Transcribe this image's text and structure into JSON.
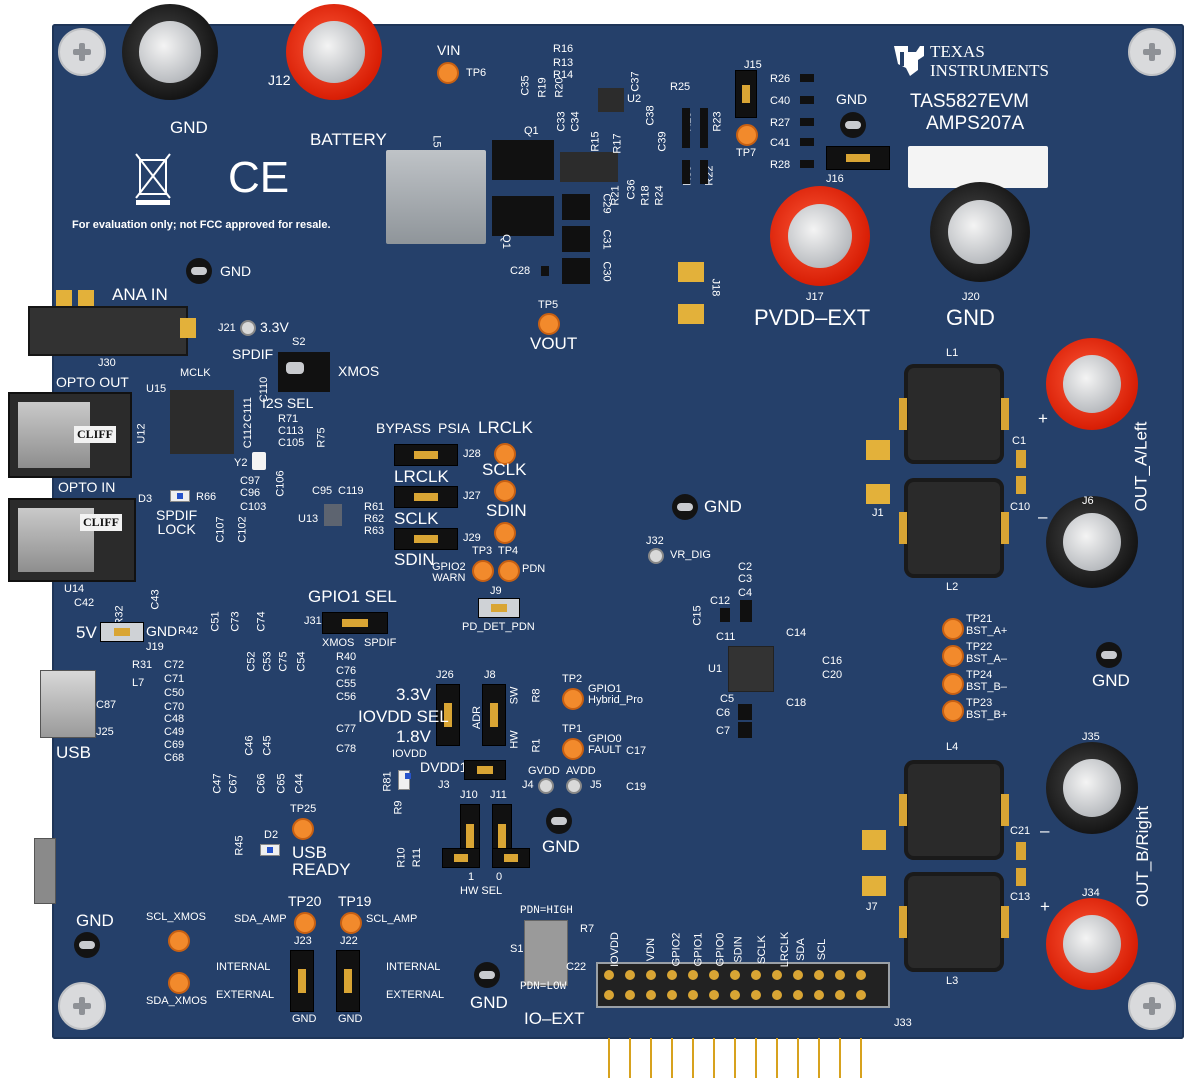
{
  "board": {
    "brand_line1": "Texas",
    "brand_line2": "Instruments",
    "model": "TAS5827EVM",
    "revision": "AMPS207A",
    "fcc_note": "For evaluation only; not FCC approved for resale.",
    "ce_mark": "CE",
    "cliff_brand": "CLIFF",
    "colors": {
      "pcb": "#25406a",
      "silkscreen": "#ffffff",
      "test_point": "#f28a2c",
      "red_post": "#d81e05",
      "gold": "#d9a534"
    }
  },
  "labels": {
    "gnd": "GND",
    "battery": "BATTERY",
    "j12": "J12",
    "vin": "VIN",
    "tp6": "TP6",
    "l5": "L5",
    "q1": "Q1",
    "u2": "U2",
    "r16": "R16",
    "r13": "R13",
    "r14": "R14",
    "r20": "R20",
    "r19": "R19",
    "c35": "C35",
    "c37": "C37",
    "c33": "C33",
    "c34": "C34",
    "c38": "C38",
    "c39": "C39",
    "r15": "R15",
    "r17": "R17",
    "c36": "C36",
    "r18": "R18",
    "r24": "R24",
    "c29": "C29",
    "r21": "R21",
    "c31": "C31",
    "c30": "C30",
    "c28": "C28",
    "q1_alt": "Q1",
    "r25": "R25",
    "r29": "R29",
    "r23": "R23",
    "r30": "R30",
    "r22": "R22",
    "j15": "J15",
    "tp7": "TP7",
    "r26": "R26",
    "c40": "C40",
    "r27": "R27",
    "c41": "C41",
    "r28": "R28",
    "j16": "J16",
    "j17": "J17",
    "j18": "J18",
    "j20": "J20",
    "pvdd_ext": "PVDD–EXT",
    "tp5": "TP5",
    "vout": "VOUT",
    "ana_in": "ANA IN",
    "j30": "J30",
    "j21": "J21",
    "v33": "3.3V",
    "s2": "S2",
    "spdif": "SPDIF",
    "xmos": "XMOS",
    "i2s_sel": "I2S  SEL",
    "opto_out": "OPTO OUT",
    "opto_in": "OPTO IN",
    "u15": "U15",
    "mclk": "MCLK",
    "u12": "U12",
    "c110": "C110",
    "c111": "C111",
    "c112": "C112",
    "r71": "R71",
    "c113": "C113",
    "c105": "C105",
    "r75": "R75",
    "y2": "Y2",
    "c106": "C106",
    "c97": "C97",
    "c96": "C96",
    "c103": "C103",
    "d3": "D3",
    "r66": "R66",
    "spdif_lock": "SPDIF\nLOCK",
    "c107": "C107",
    "c102": "C102",
    "c95": "C95",
    "c119": "C119",
    "r61": "R61",
    "r62": "R62",
    "r63": "R63",
    "u13": "U13",
    "bypass": "BYPASS",
    "psia": "PSIA",
    "lrclk": "LRCLK",
    "sclk": "SCLK",
    "sdin": "SDIN",
    "j28": "J28",
    "j27": "J27",
    "j29": "J29",
    "tp3": "TP3",
    "tp4": "TP4",
    "gpio2_warn": "GPIO2\nWARN",
    "pdn": "PDN",
    "j9": "J9",
    "pd_det_pdn": "PD_DET_PDN",
    "u14": "U14",
    "c42": "C42",
    "r32": "R32",
    "c43": "C43",
    "v5": "5V",
    "j19": "J19",
    "r42": "R42",
    "r31": "R31",
    "l7": "L7",
    "c51": "C51",
    "c73": "C73",
    "c74": "C74",
    "gpio1_sel": "GPIO1  SEL",
    "j31": "J31",
    "xmos_small": "XMOS",
    "spdif_small": "SPDIF",
    "c72": "C72",
    "c71": "C71",
    "c50": "C50",
    "c70": "C70",
    "c48": "C48",
    "c49": "C49",
    "c69": "C69",
    "c68": "C68",
    "c52": "C52",
    "c53": "C53",
    "c75": "C75",
    "c54": "C54",
    "r40": "R40",
    "c76": "C76",
    "c55": "C55",
    "c56": "C56",
    "c77": "C77",
    "c78": "C78",
    "c46": "C46",
    "c45": "C45",
    "c47": "C47",
    "c67": "C67",
    "c66": "C66",
    "c65": "C65",
    "c44": "C44",
    "c87": "C87",
    "j25": "J25",
    "usb": "USB",
    "j26": "J26",
    "iovdd_sel": "IOVDD  SEL",
    "v18": "1.8V",
    "iovdd": "IOVDD",
    "j8": "J8",
    "sw": "SW",
    "r8": "R8",
    "adr": "ADR",
    "hw": "HW",
    "r1": "R1",
    "tp2": "TP2",
    "gpio1_hybrid": "GPIO1\nHybrid_Pro",
    "tp1": "TP1",
    "gpio0_fault": "GPIO0\nFAULT",
    "c17": "C17",
    "c19": "C19",
    "dvdd1": "DVDD1",
    "j3": "J3",
    "gvdd": "GVDD",
    "avdd": "AVDD",
    "j4": "J4",
    "j5": "J5",
    "r81": "R81",
    "j10": "J10",
    "j11": "J11",
    "r9": "R9",
    "r10": "R10",
    "r11": "R11",
    "hw_sel_1": "1",
    "hw_sel_0": "0",
    "hw_sel": "HW  SEL",
    "tp25": "TP25",
    "r45": "R45",
    "d2": "D2",
    "usb_ready": "USB\nREADY",
    "j32": "J32",
    "vr_dig": "VR_DIG",
    "c2": "C2",
    "c3": "C3",
    "c4": "C4",
    "c15": "C15",
    "c12": "C12",
    "c11": "C11",
    "c14": "C14",
    "u1": "U1",
    "c16": "C16",
    "c20": "C20",
    "c5": "C5",
    "c6": "C6",
    "c7": "C7",
    "c18": "C18",
    "l1": "L1",
    "l2": "L2",
    "l3": "L3",
    "l4": "L4",
    "j1": "J1",
    "j7": "J7",
    "c1": "C1",
    "c10": "C10",
    "c21": "C21",
    "c13": "C13",
    "j6": "J6",
    "j35": "J35",
    "j34": "J34",
    "out_a": "OUT_A/Left",
    "out_b": "OUT_B/Right",
    "plus": "+",
    "minus": "–",
    "tp21": "TP21",
    "bst_ap": "BST_A+",
    "tp22": "TP22",
    "bst_am": "BST_A–",
    "tp24": "TP24",
    "bst_bm": "BST_B–",
    "tp23": "TP23",
    "bst_bp": "BST_B+",
    "scl_xmos": "SCL_XMOS",
    "sda_xmos": "SDA_XMOS",
    "tp20": "TP20",
    "tp19": "TP19",
    "sda_amp": "SDA_AMP",
    "scl_amp": "SCL_AMP",
    "j23": "J23",
    "j22": "J22",
    "internal": "INTERNAL",
    "external": "EXTERNAL",
    "pdn_high": "PDN=HIGH",
    "pdn_low": "PDN=LOW",
    "s1": "S1",
    "r7": "R7",
    "c22": "C22",
    "io_ext": "IO–EXT",
    "j33": "J33",
    "hdr_iovdd": "IOVDD",
    "hdr_vdn": "VDN",
    "hdr_gpio2": "GPIO2",
    "hdr_gpio1": "GPIO1",
    "hdr_gpio0": "GPIO0",
    "hdr_sdin": "SDIN",
    "hdr_sclk": "SCLK",
    "hdr_lrclk": "LRCLK",
    "hdr_sda": "SDA",
    "hdr_scl": "SCL"
  }
}
